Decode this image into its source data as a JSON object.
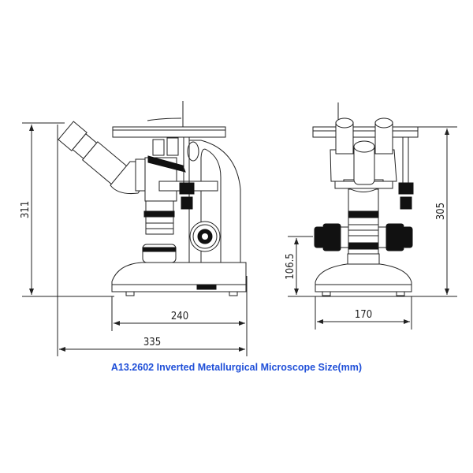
{
  "caption": "A13.2602 Inverted Metallurgical Microscope Size(mm)",
  "caption_color": "#1f4fd8",
  "side_view": {
    "height_label": "311",
    "base_width_label": "240",
    "total_width_label": "335"
  },
  "front_view": {
    "height_label": "305",
    "knob_height_label": "106.5",
    "base_width_label": "170"
  }
}
